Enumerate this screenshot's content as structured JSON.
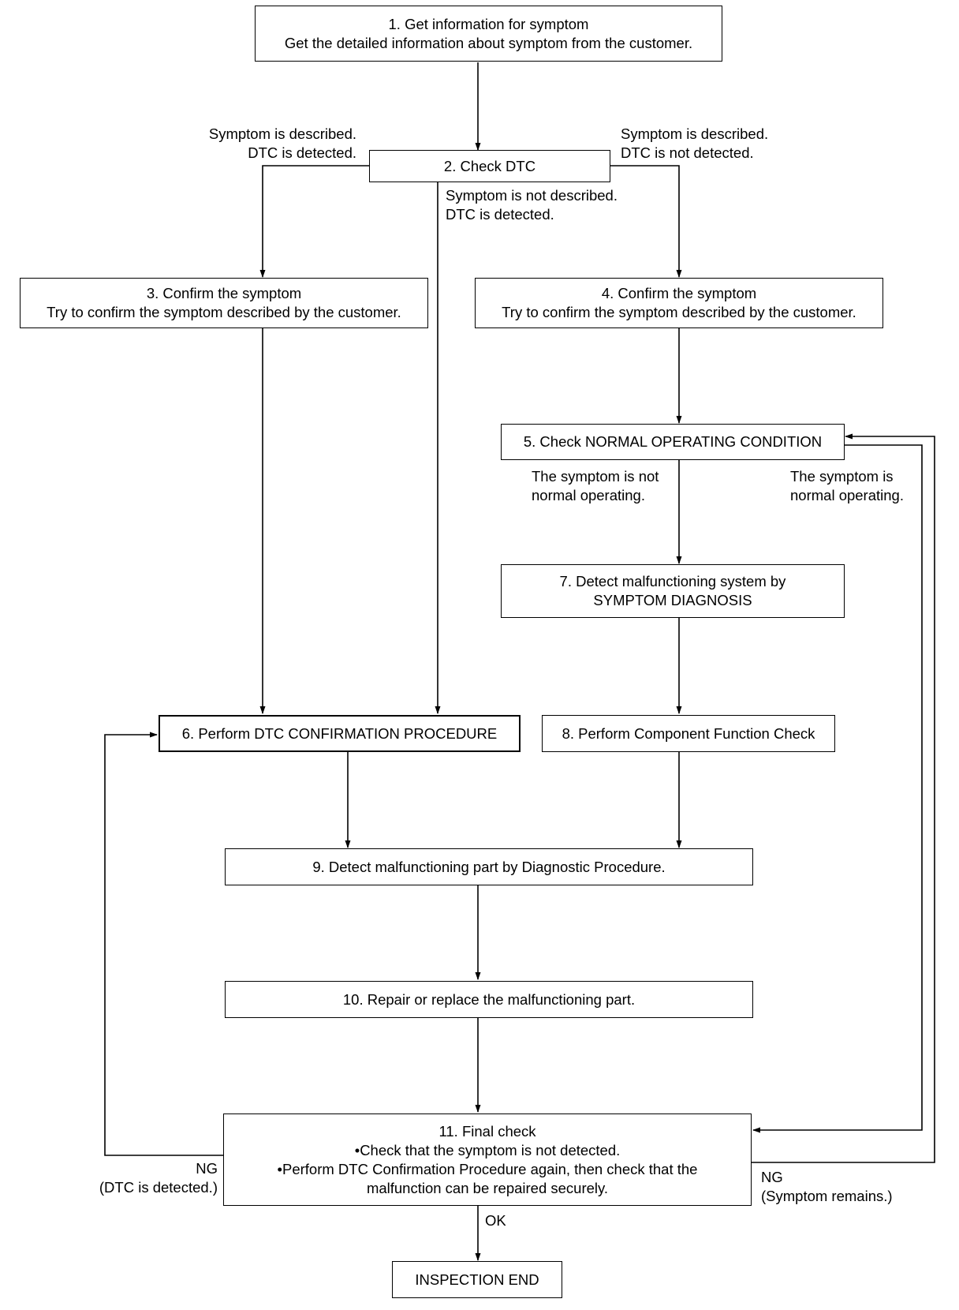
{
  "boxes": {
    "step1": {
      "lines": [
        "1. Get information for symptom",
        "Get the detailed information about symptom from the customer."
      ]
    },
    "step2": {
      "lines": [
        "2. Check DTC"
      ]
    },
    "step3": {
      "lines": [
        "3. Confirm the symptom",
        "Try to confirm the symptom described by the customer."
      ]
    },
    "step4": {
      "lines": [
        "4. Confirm the symptom",
        "Try to confirm the symptom described by the customer."
      ]
    },
    "step5": {
      "lines": [
        "5. Check NORMAL OPERATING CONDITION"
      ]
    },
    "step6": {
      "lines": [
        "6. Perform DTC CONFIRMATION PROCEDURE"
      ]
    },
    "step7": {
      "lines": [
        "7. Detect malfunctioning system by",
        "SYMPTOM DIAGNOSIS"
      ]
    },
    "step8": {
      "lines": [
        "8. Perform Component Function Check"
      ]
    },
    "step9": {
      "lines": [
        "9. Detect malfunctioning part by Diagnostic Procedure."
      ]
    },
    "step10": {
      "lines": [
        "10. Repair or replace the malfunctioning part."
      ]
    },
    "step11": {
      "lines": [
        "11. Final check",
        "•Check that the symptom is not detected.",
        "•Perform DTC Confirmation Procedure again, then check that the",
        "malfunction can be repaired securely."
      ]
    },
    "end": {
      "lines": [
        "INSPECTION END"
      ]
    }
  },
  "labels": {
    "dtc_detected": {
      "lines": [
        "Symptom is described.",
        "DTC is detected."
      ]
    },
    "dtc_not_detected": {
      "lines": [
        "Symptom is described.",
        "DTC is not detected."
      ]
    },
    "no_symptom_dtc": {
      "lines": [
        "Symptom is not described.",
        "DTC is detected."
      ]
    },
    "not_normal": {
      "lines": [
        "The symptom is not",
        "normal operating."
      ]
    },
    "normal": {
      "lines": [
        "The symptom is",
        "normal operating."
      ]
    },
    "ng_dtc": {
      "lines": [
        "NG",
        "(DTC is detected.)"
      ]
    },
    "ng_symptom": {
      "lines": [
        "NG",
        "(Symptom remains.)"
      ]
    },
    "ok": {
      "lines": [
        "OK"
      ]
    }
  }
}
